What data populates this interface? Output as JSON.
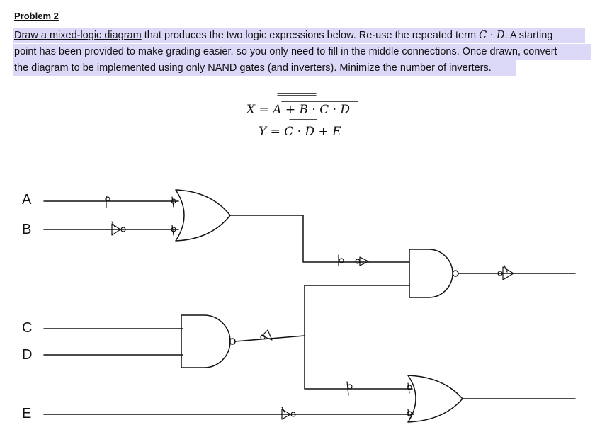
{
  "problem": {
    "title": "Problem 2",
    "line1": {
      "link": "Draw a mixed-logic diagram",
      "text": " that produces the two logic expressions below.  Re-use the repeated term ",
      "term": "C · D",
      "end": ".  A starting"
    },
    "line2": "point has been provided to make grading easier, so you only need to fill in the middle connections.  Once drawn, convert",
    "line3": {
      "start": "the diagram to be implemented ",
      "link1": "using only NAND gates",
      "text": " (and inverters).  Minimize the number of inverters",
      "end": "."
    }
  },
  "equations": {
    "x_lhs": "X = ",
    "x_rhs": "A + B · C · D",
    "y_lhs": "Y = ",
    "y_rhs": "C · D + E"
  },
  "inputs": [
    "A",
    "B",
    "C",
    "D",
    "E"
  ]
}
